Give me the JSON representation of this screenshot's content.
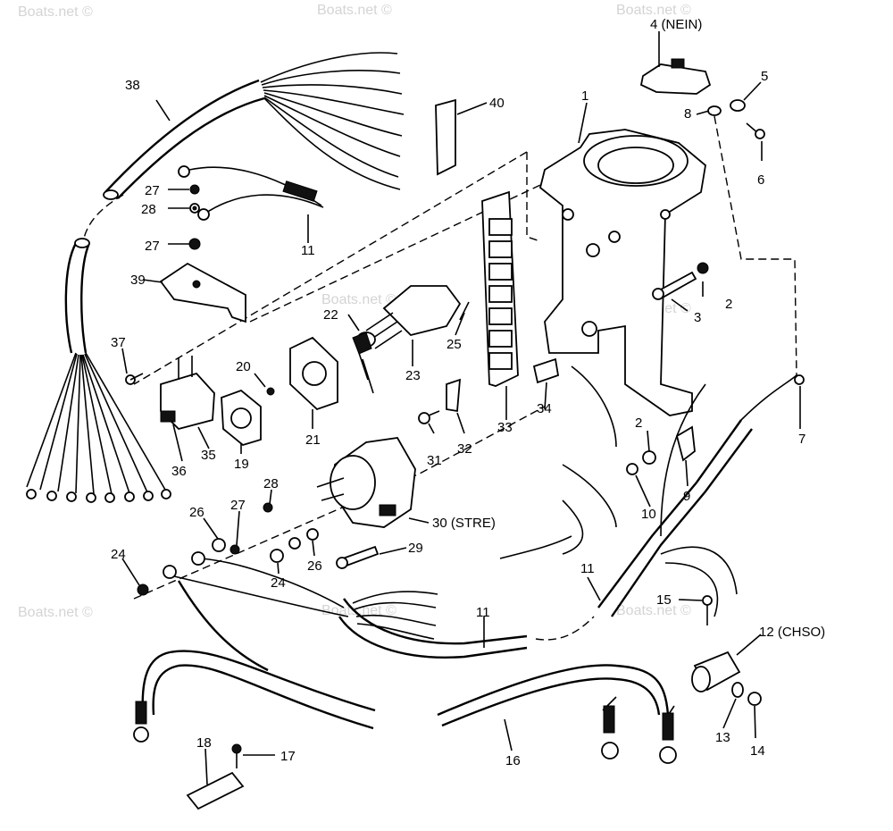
{
  "watermark": "Boats.net ©",
  "callouts": [
    {
      "id": "c1",
      "text": "1"
    },
    {
      "id": "c2a",
      "text": "2"
    },
    {
      "id": "c2b",
      "text": "2"
    },
    {
      "id": "c3",
      "text": "3"
    },
    {
      "id": "c4",
      "text": "4 (NEIN)"
    },
    {
      "id": "c5",
      "text": "5"
    },
    {
      "id": "c6",
      "text": "6"
    },
    {
      "id": "c7",
      "text": "7"
    },
    {
      "id": "c8",
      "text": "8"
    },
    {
      "id": "c9",
      "text": "9"
    },
    {
      "id": "c10",
      "text": "10"
    },
    {
      "id": "c11a",
      "text": "11"
    },
    {
      "id": "c11b",
      "text": "11"
    },
    {
      "id": "c11c",
      "text": "11"
    },
    {
      "id": "c12",
      "text": "12 (CHSO)"
    },
    {
      "id": "c13",
      "text": "13"
    },
    {
      "id": "c14",
      "text": "14"
    },
    {
      "id": "c15",
      "text": "15"
    },
    {
      "id": "c16",
      "text": "16"
    },
    {
      "id": "c17",
      "text": "17"
    },
    {
      "id": "c18",
      "text": "18"
    },
    {
      "id": "c19",
      "text": "19"
    },
    {
      "id": "c20",
      "text": "20"
    },
    {
      "id": "c21",
      "text": "21"
    },
    {
      "id": "c22",
      "text": "22"
    },
    {
      "id": "c23",
      "text": "23"
    },
    {
      "id": "c24a",
      "text": "24"
    },
    {
      "id": "c24b",
      "text": "24"
    },
    {
      "id": "c25",
      "text": "25"
    },
    {
      "id": "c26a",
      "text": "26"
    },
    {
      "id": "c26b",
      "text": "26"
    },
    {
      "id": "c27a",
      "text": "27"
    },
    {
      "id": "c27b",
      "text": "27"
    },
    {
      "id": "c27c",
      "text": "27"
    },
    {
      "id": "c28a",
      "text": "28"
    },
    {
      "id": "c28b",
      "text": "28"
    },
    {
      "id": "c29",
      "text": "29"
    },
    {
      "id": "c30",
      "text": "30 (STRE)"
    },
    {
      "id": "c31",
      "text": "31"
    },
    {
      "id": "c32",
      "text": "32"
    },
    {
      "id": "c33",
      "text": "33"
    },
    {
      "id": "c34",
      "text": "34"
    },
    {
      "id": "c35",
      "text": "35"
    },
    {
      "id": "c36",
      "text": "36"
    },
    {
      "id": "c37",
      "text": "37"
    },
    {
      "id": "c38",
      "text": "38"
    },
    {
      "id": "c39",
      "text": "39"
    },
    {
      "id": "c40",
      "text": "40"
    }
  ]
}
